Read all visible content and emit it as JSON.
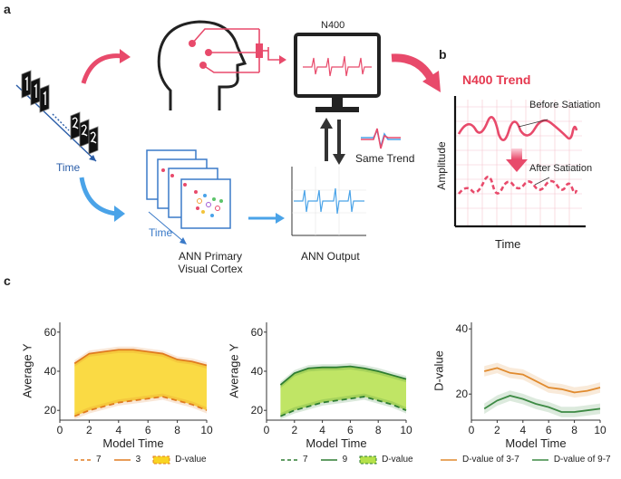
{
  "panels": {
    "a": "a",
    "b": "b",
    "c": "c"
  },
  "panel_a": {
    "time_label": "Time",
    "monitor_title": "N400",
    "same_trend": "Same Trend",
    "ann_time_label": "Time",
    "ann_cortex_label_1": "ANN Primary",
    "ann_cortex_label_2": "Visual Cortex",
    "ann_output_label": "ANN Output",
    "colors": {
      "stimulus": "#e84a6b",
      "ann": "#4aa3e8",
      "accent": "#e53950"
    }
  },
  "panel_b": {
    "title": "N400 Trend",
    "ylabel": "Amplitude",
    "xlabel": "Time",
    "before_label": "Before Satiation",
    "after_label": "After Satiation"
  },
  "chart_data": [
    {
      "type": "line",
      "xlabel": "Model Time",
      "ylabel": "Average Y",
      "xlim": [
        0,
        10
      ],
      "ylim": [
        15,
        65
      ],
      "xticks": [
        "0",
        "2",
        "4",
        "6",
        "8",
        "10"
      ],
      "yticks": [
        "20",
        "40",
        "60"
      ],
      "x": [
        1,
        2,
        3,
        4,
        5,
        6,
        7,
        8,
        9,
        10
      ],
      "series": [
        {
          "name": "7",
          "style": "dashed",
          "color": "#e07b20",
          "values": [
            17,
            20,
            22,
            24,
            25,
            26,
            27,
            25,
            23,
            20
          ]
        },
        {
          "name": "3",
          "style": "solid",
          "color": "#e07b20",
          "values": [
            44,
            49,
            50,
            51,
            51,
            50,
            49,
            46,
            45,
            43
          ]
        }
      ],
      "fill": {
        "name": "D-value",
        "color": "#f9d423"
      }
    },
    {
      "type": "line",
      "xlabel": "Model Time",
      "ylabel": "Average Y",
      "xlim": [
        0,
        10
      ],
      "ylim": [
        15,
        65
      ],
      "xticks": [
        "0",
        "2",
        "4",
        "6",
        "8",
        "10"
      ],
      "yticks": [
        "20",
        "40",
        "60"
      ],
      "x": [
        1,
        2,
        3,
        4,
        5,
        6,
        7,
        8,
        9,
        10
      ],
      "series": [
        {
          "name": "7",
          "style": "dashed",
          "color": "#2e7d32",
          "values": [
            17,
            20,
            22,
            24,
            25,
            26,
            27,
            25,
            23,
            20
          ]
        },
        {
          "name": "9",
          "style": "solid",
          "color": "#2e7d32",
          "values": [
            33,
            39,
            41.5,
            42,
            42,
            42.5,
            41.5,
            40,
            38,
            36
          ]
        }
      ],
      "fill": {
        "name": "D-value",
        "color": "#b5e14a"
      }
    },
    {
      "type": "line",
      "xlabel": "Model Time",
      "ylabel": "D-value",
      "xlim": [
        0,
        10
      ],
      "ylim": [
        12,
        42
      ],
      "xticks": [
        "0",
        "2",
        "4",
        "6",
        "8",
        "10"
      ],
      "yticks": [
        "20",
        "40"
      ],
      "x": [
        1,
        2,
        3,
        4,
        5,
        6,
        7,
        8,
        9,
        10
      ],
      "series": [
        {
          "name": "D-value of 3-7",
          "style": "solid",
          "color": "#e08a2e",
          "values": [
            27,
            28,
            26.5,
            26,
            24,
            22,
            21.5,
            20.5,
            21,
            22
          ]
        },
        {
          "name": "D-value of 9-7",
          "style": "solid",
          "color": "#3d8a44",
          "values": [
            15.5,
            18,
            19.5,
            18.5,
            17,
            16,
            14.5,
            14.5,
            15,
            15.5
          ]
        }
      ]
    }
  ]
}
